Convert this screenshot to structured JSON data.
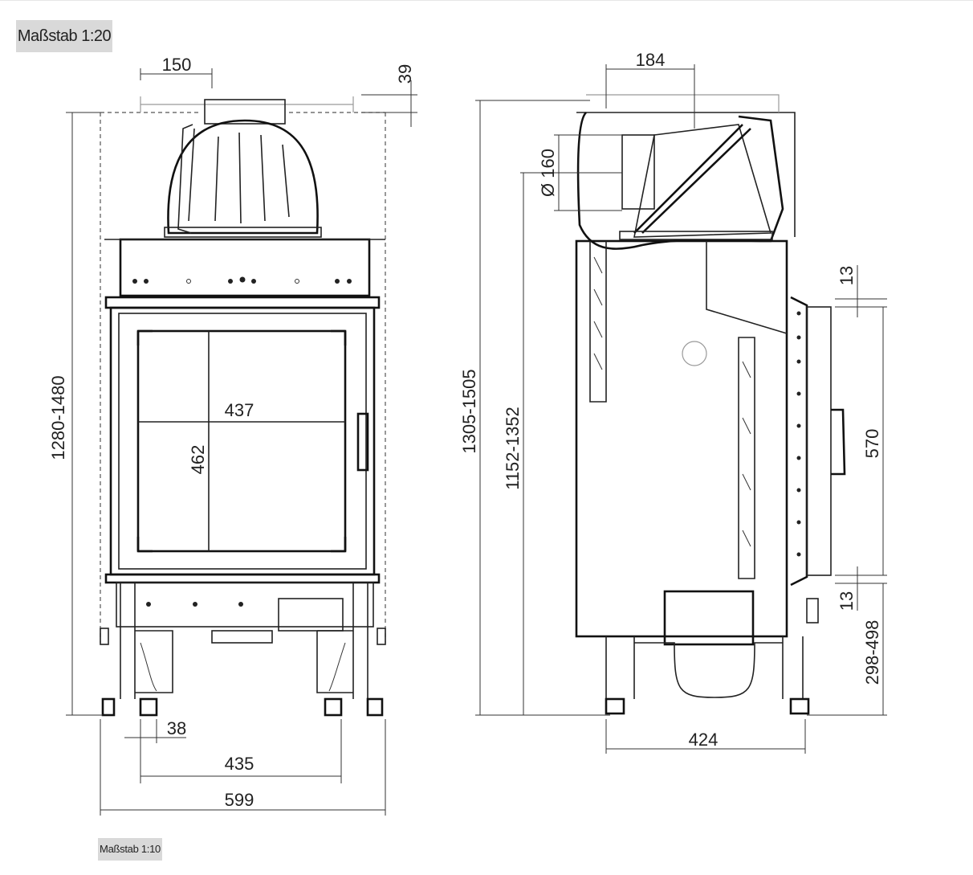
{
  "scale_labels": {
    "top": "Maßstab 1:20",
    "bottom": "Maßstab 1:10"
  },
  "front_view": {
    "dim_top_outlet_width": "150",
    "dim_top_offset": "39",
    "dim_overall_height": "1280-1480",
    "dim_glass_width": "437",
    "dim_glass_height": "462",
    "dim_leg_width": "38",
    "dim_leg_spacing": "435",
    "dim_overall_width": "599"
  },
  "side_view": {
    "dim_outlet_offset": "184",
    "dim_flue_diameter": "Ø 160",
    "dim_overall_height": "1305-1505",
    "dim_flue_height": "1152-1352",
    "dim_door_top_gap": "13",
    "dim_door_height": "570",
    "dim_door_bottom_gap": "13",
    "dim_base_height": "298-498",
    "dim_depth": "424"
  },
  "colors": {
    "line": "#222222",
    "badge_bg": "#d9d9d9"
  }
}
